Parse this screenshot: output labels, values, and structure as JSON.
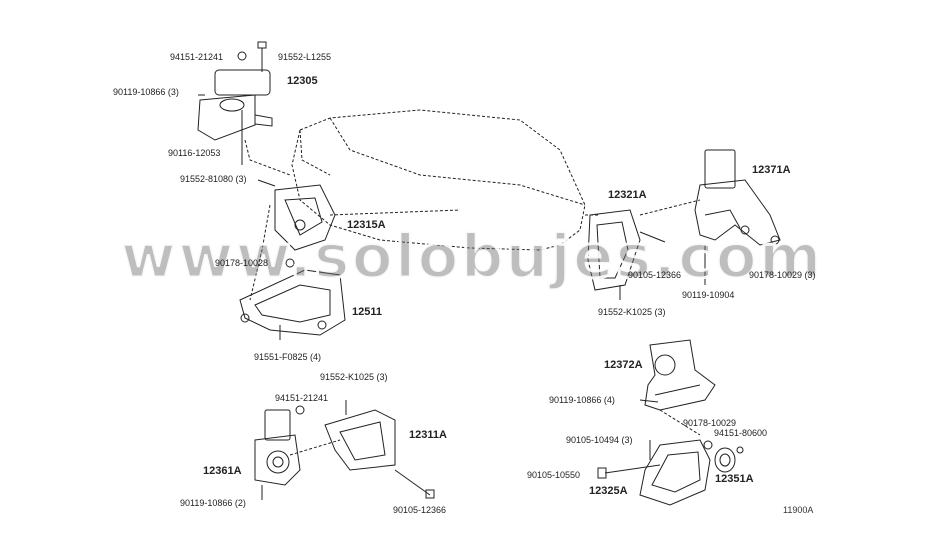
{
  "labels": {
    "p94151_21241_top": "94151-21241",
    "p91552_L1255": "91552-L1255",
    "p12305": "12305",
    "p90119_10866_3": "90119-10866 (3)",
    "p90116_12053": "90116-12053",
    "p91552_81080_3": "91552-81080 (3)",
    "p12315A": "12315A",
    "p90178_10028": "90178-10028",
    "p12511": "12511",
    "p91551_F0825_4": "91551-F0825 (4)",
    "p12321A": "12321A",
    "p90105_12366_right": "90105-12366",
    "p91552_K1025_3_right": "91552-K1025 (3)",
    "p12371A": "12371A",
    "p90119_10904": "90119-10904",
    "p90178_10029_3": "90178-10029 (3)",
    "p12372A": "12372A",
    "p90119_10866_4": "90119-10866 (4)",
    "p90178_10029": "90178-10029",
    "p94151_80600": "94151-80600",
    "p90105_10494_3": "90105-10494 (3)",
    "p90105_10550": "90105-10550",
    "p12351A": "12351A",
    "p12325A": "12325A",
    "p91552_K1025_3_bottom": "91552-K1025 (3)",
    "p94151_21241_bottom": "94151-21241",
    "p12311A": "12311A",
    "p12361A": "12361A",
    "p90119_10866_2": "90119-10866 (2)",
    "p90105_12366_bottom": "90105-12366"
  },
  "watermark": "www.solobujes.com",
  "drawing_code": "11900A"
}
